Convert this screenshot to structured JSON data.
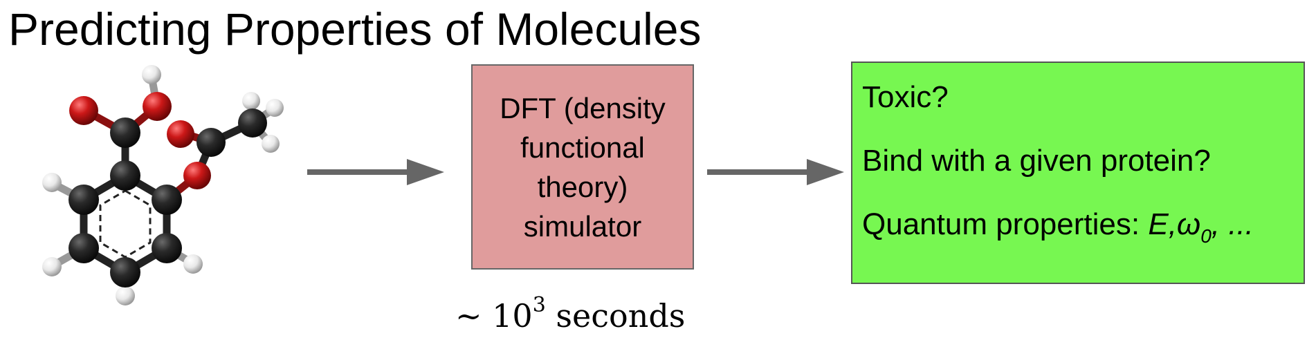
{
  "title": "Predicting Properties of Molecules",
  "simulator": {
    "label": "DFT (density functional theory) simulator",
    "time_prefix": "~ 10",
    "time_exponent": "3",
    "time_unit": "seconds"
  },
  "properties": {
    "line1": "Toxic?",
    "line2": "Bind with a given protein?",
    "line3_prefix": "Quantum properties: ",
    "line3_math_E": "E",
    "line3_math_omega": ",ω",
    "line3_math_sub": "0",
    "line3_math_rest": ", ..."
  },
  "colors": {
    "simulator_fill": "#e09c9c",
    "properties_fill": "#77f751",
    "arrow": "#666666",
    "carbon": "#1e1e1e",
    "oxygen": "#c8161a",
    "hydrogen": "#f2f2f2"
  },
  "icons": {
    "molecule": "aspirin-ball-and-stick-model",
    "arrow1": "right-arrow",
    "arrow2": "right-arrow"
  }
}
